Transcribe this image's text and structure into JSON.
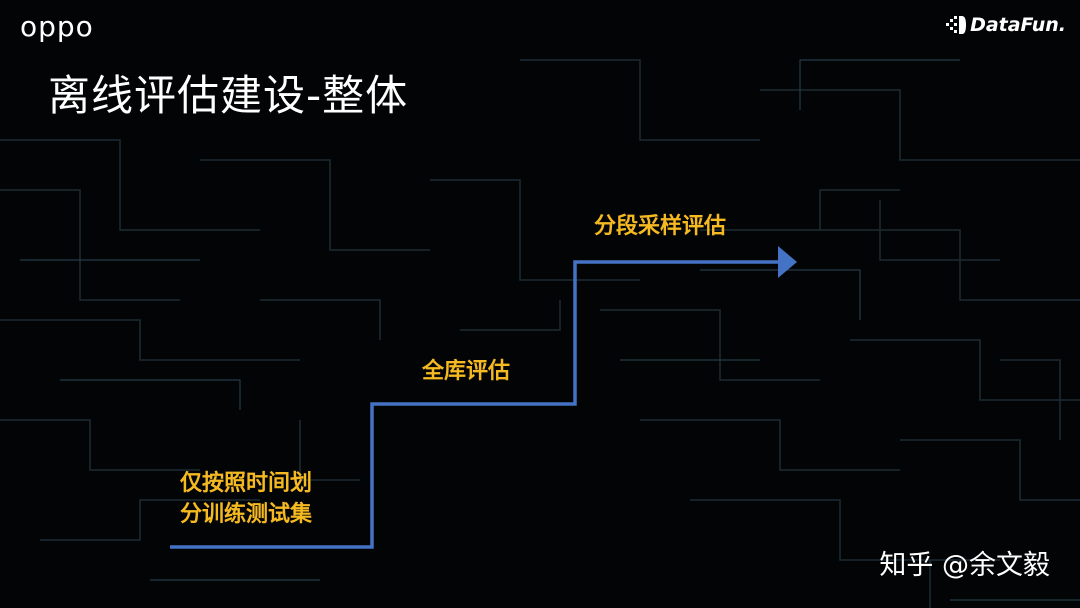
{
  "header": {
    "brand_logo": "oppo",
    "partner_logo": "DataFun."
  },
  "title": "离线评估建设-整体",
  "steps": [
    {
      "line1": "仅按照时间划",
      "line2": "分训练测试集"
    },
    {
      "line1": "全库评估"
    },
    {
      "line1": "分段采样评估"
    }
  ],
  "watermark": "知乎 @余文毅",
  "colors": {
    "background": "#030405",
    "step_text": "#f5b921",
    "staircase_line": "#4472c4",
    "title_text": "#ffffff"
  }
}
